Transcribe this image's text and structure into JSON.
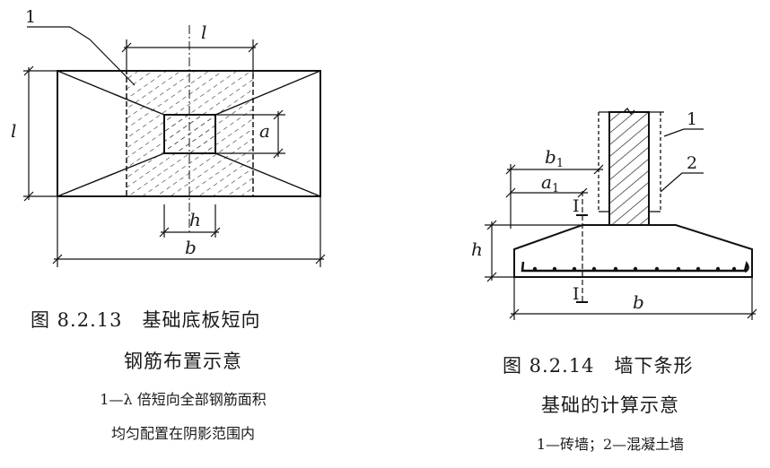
{
  "fig1": {
    "labels": {
      "callout": "1",
      "top_dim": "l",
      "left_dim": "l",
      "a_dim": "a",
      "h_dim": "h",
      "b_dim": "b"
    },
    "caption": {
      "line1": "图 8.2.13　基础底板短向",
      "line2": "钢筋布置示意",
      "line3": "1—λ 倍短向全部钢筋面积",
      "line4": "均匀配置在阴影范围内"
    }
  },
  "fig2": {
    "labels": {
      "callout1": "1",
      "callout2": "2",
      "b1_dim": "b",
      "b1_sub": "1",
      "a1_dim": "a",
      "a1_sub": "1",
      "h_dim": "h",
      "b_dim": "b",
      "section_top": "I",
      "section_bottom": "I"
    },
    "caption": {
      "line1": "图 8.2.14　墙下条形",
      "line2": "基础的计算示意",
      "line3": "1—砖墙；2—混凝土墙"
    }
  }
}
